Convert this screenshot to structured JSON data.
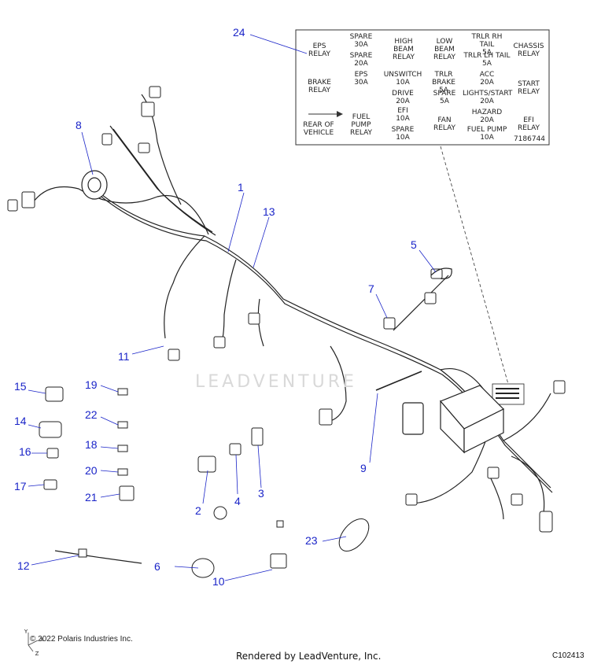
{
  "callouts": [
    "1",
    "2",
    "3",
    "4",
    "5",
    "6",
    "7",
    "8",
    "9",
    "10",
    "11",
    "12",
    "13",
    "14",
    "15",
    "16",
    "17",
    "18",
    "19",
    "20",
    "21",
    "22",
    "23",
    "24"
  ],
  "fuse_box": {
    "cells": [
      "EPS\nRELAY",
      "SPARE\n30A",
      "HIGH\nBEAM\nRELAY",
      "LOW\nBEAM\nRELAY",
      "TRLR RH TAIL\n5A",
      "CHASSIS\nRELAY",
      "SPARE\n20A",
      "TRLR LH TAIL\n5A",
      "EPS\n30A",
      "UNSWITCH\n10A",
      "TRLR BRAKE\n5A",
      "ACC\n20A",
      "START\nRELAY",
      "BRAKE\nRELAY",
      "DRIVE\n20A",
      "SPARE\n5A",
      "LIGHTS/START\n20A",
      "FUEL\nPUMP\nRELAY",
      "EFI\n10A",
      "FAN\nRELAY",
      "HAZARD\n20A",
      "EFI\nRELAY",
      "REAR OF\nVEHICLE",
      "SPARE\n10A",
      "FUEL PUMP\n10A",
      "7186744"
    ]
  },
  "watermark": "LEADVENTURE",
  "copyright": "© 2022 Polaris Industries Inc.",
  "rendered_by": "Rendered by LeadVenture, Inc.",
  "diagram_code": "C102413",
  "axis_labels": [
    "Y",
    "X",
    "Z"
  ]
}
